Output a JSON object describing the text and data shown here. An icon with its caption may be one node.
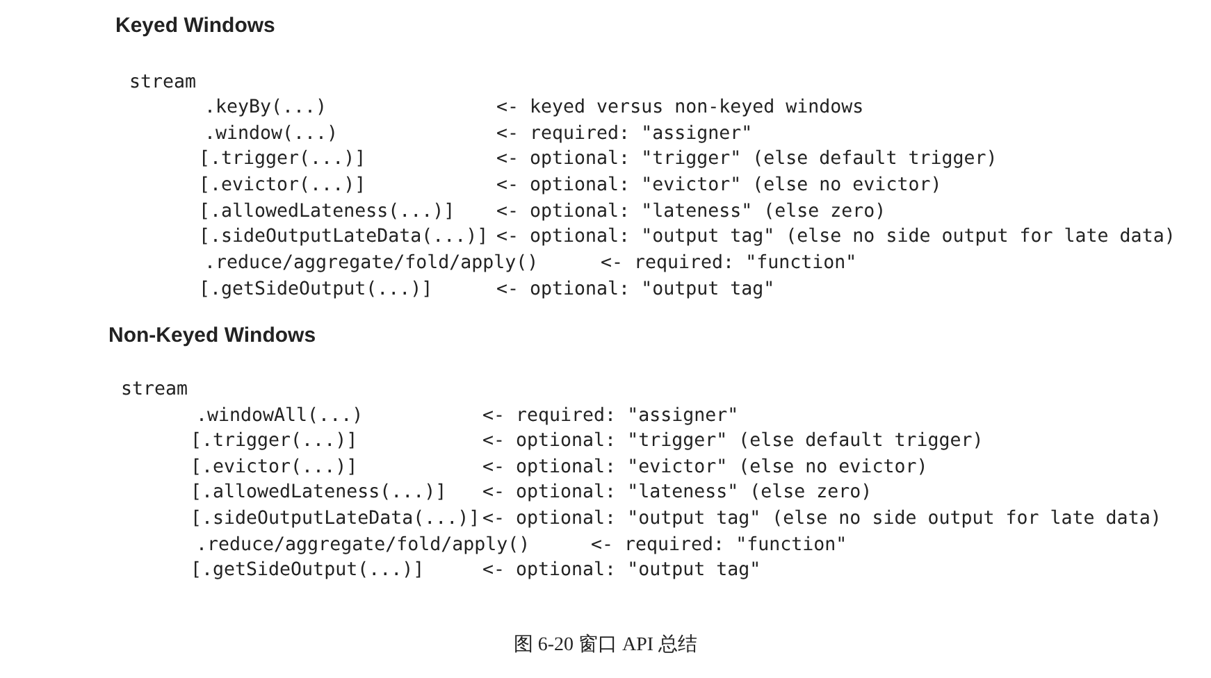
{
  "diagram": {
    "caption": "图 6-20 窗口 API 总结",
    "labels": [
      "Keyed Windows",
      "stream",
      ".keyBy(...)",
      "<- keyed versus non-keyed windows",
      ".window(...)",
      "<- required: \"assigner\"",
      "[.trigger(...)]",
      "<- optional: \"trigger\" (else default trigger)",
      "[.evictor(...)]",
      "<- optional: \"evictor\" (else no evictor)",
      "[.allowedLateness(...)]",
      "<- optional: \"lateness\" (else zero)",
      "[.sideOutputLateData(...)]",
      "<- optional: \"output tag\" (else no side output for late data)",
      ".reduce/aggregate/fold/apply()",
      "<- required: \"function\"",
      "[.getSideOutput(...)]",
      "<- optional: \"output tag\"",
      "Non-Keyed Windows",
      "stream",
      ".windowAll(...)",
      "<- required: \"assigner\"",
      "[.trigger(...)]",
      "<- optional: \"trigger\" (else default trigger)",
      "[.evictor(...)]",
      "<- optional: \"evictor\" (else no evictor)",
      "[.allowedLateness(...)]",
      "<- optional: \"lateness\" (else zero)",
      "[.sideOutputLateData(...)]",
      "<- optional: \"output tag\" (else no side output for late data)",
      ".reduce/aggregate/fold/apply()",
      "<- required: \"function\"",
      "[.getSideOutput(...)]",
      "<- optional: \"output tag\""
    ]
  }
}
